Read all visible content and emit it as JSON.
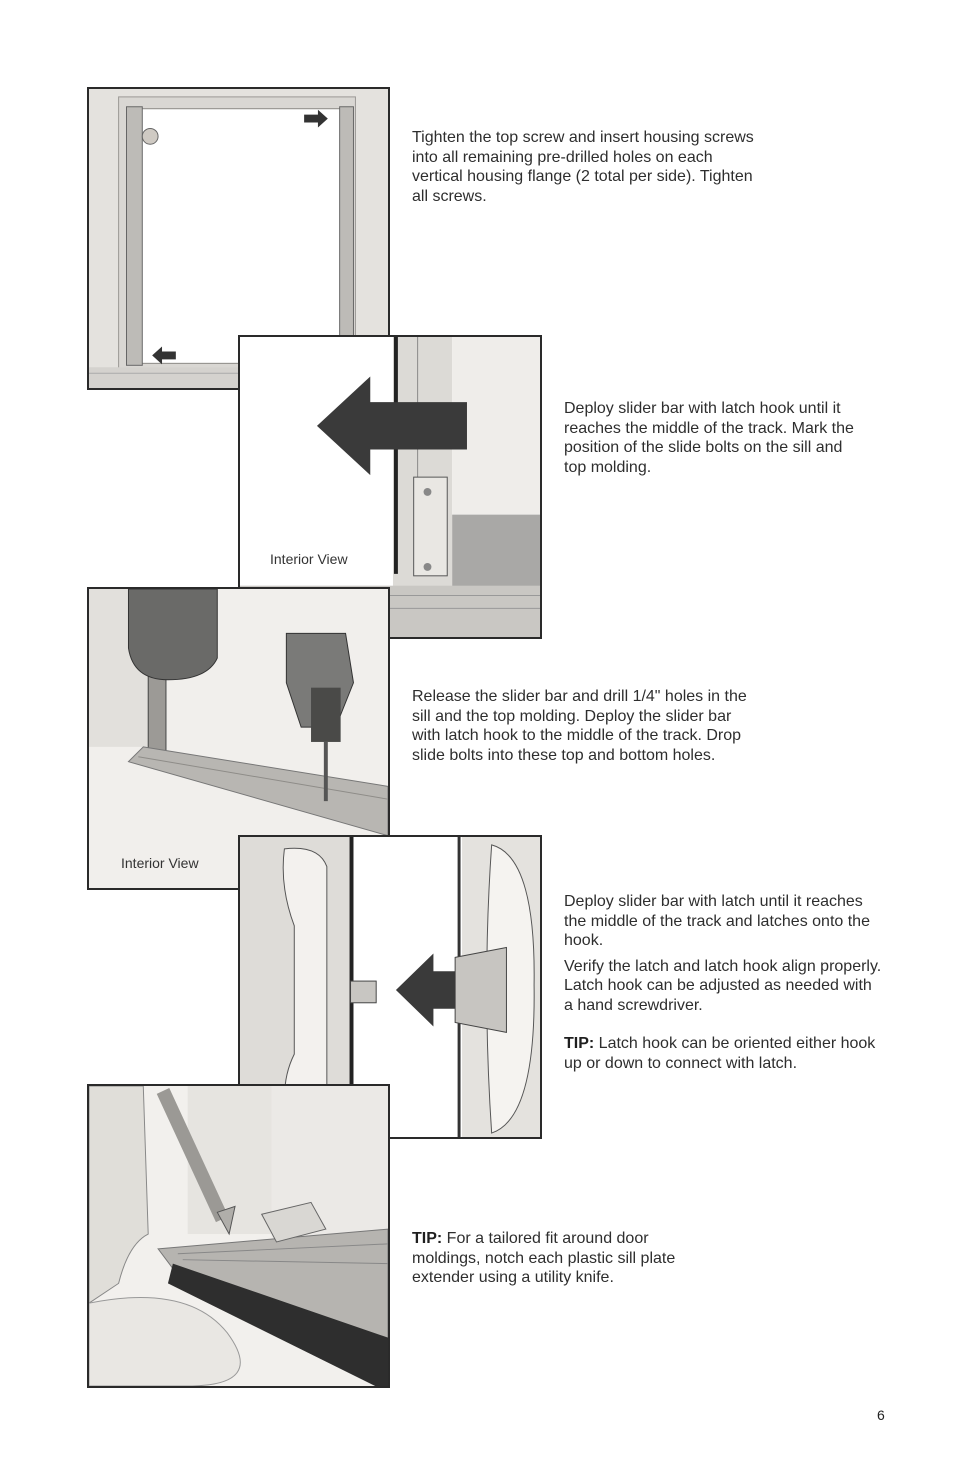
{
  "steps": [
    {
      "text": "Tighten the top screw and insert housing screws into all remaining pre-drilled holes on each vertical housing flange (2 total per side). Tighten all screws."
    },
    {
      "text": "Deploy slider bar with latch hook until it reaches the middle of the track. Mark the position of the slide bolts on the sill and top molding.",
      "caption": "Interior View"
    },
    {
      "text": "Release the slider bar and drill 1/4\" holes in the sill and the top molding. Deploy the slider bar with latch hook to the middle of the track. Drop slide bolts into these top and bottom holes.",
      "caption": "Interior View"
    },
    {
      "text": "Deploy slider bar with latch until it reaches the middle of the track and latches onto the hook.",
      "text2": "Verify the latch and latch hook align properly. Latch hook can be adjusted as needed with a hand screwdriver.",
      "tip_label": "TIP:",
      "tip_text": " Latch hook can be oriented either hook up or down to connect with latch."
    },
    {
      "tip_label": "TIP:",
      "tip_text": " For a tailored fit around door moldings, notch each plastic sill plate extender using a utility knife."
    }
  ],
  "page_number": "6"
}
